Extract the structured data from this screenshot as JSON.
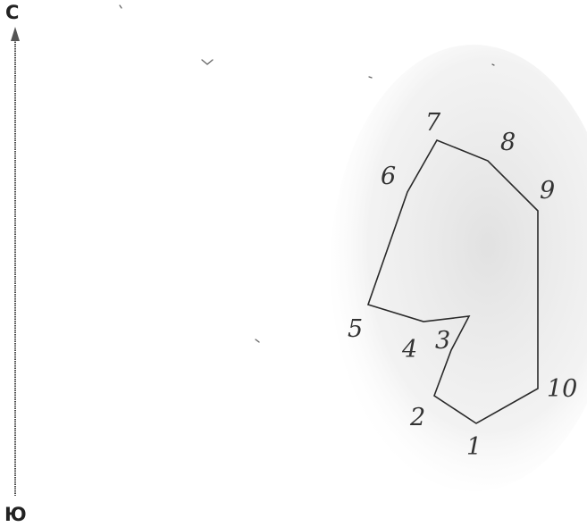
{
  "compass": {
    "north": "С",
    "south": "Ю"
  },
  "polygon": {
    "vertex_labels": [
      "1",
      "2",
      "3",
      "4",
      "5",
      "6",
      "7",
      "8",
      "9",
      "10"
    ]
  },
  "colors": {
    "ink": "#2a2a2a",
    "paper_shade": "#e9e9e9",
    "axis": "#4a4a4a"
  }
}
